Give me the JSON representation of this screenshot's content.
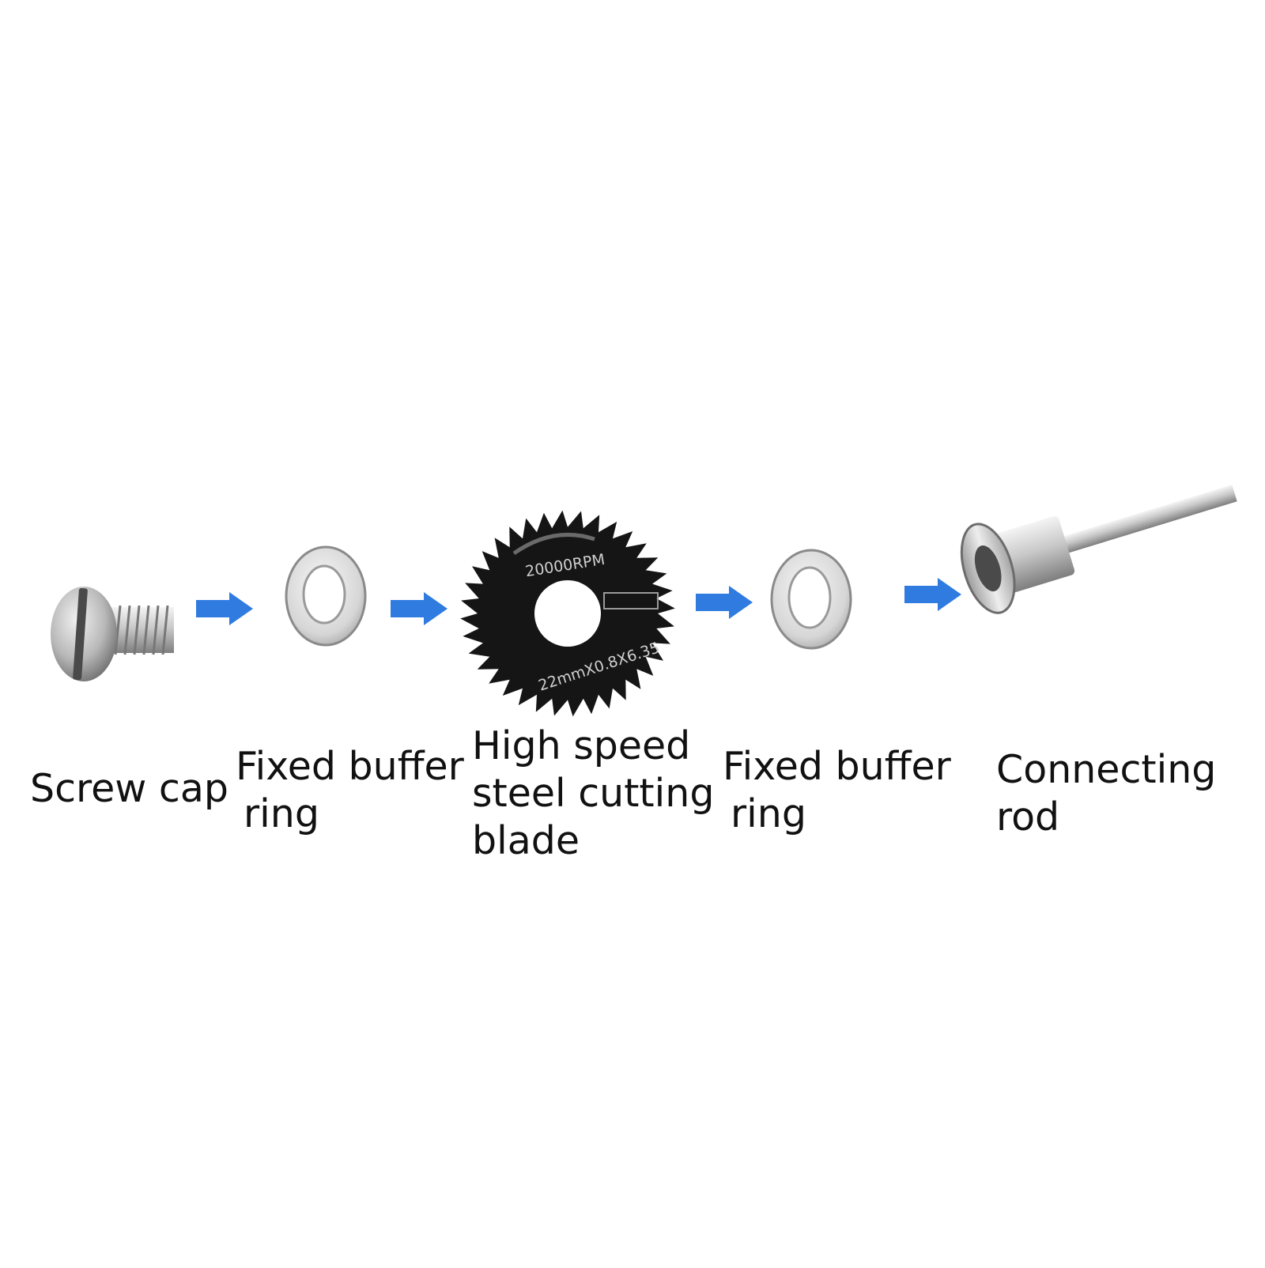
{
  "colors": {
    "arrow": "#2f7be0",
    "background": "#ffffff",
    "text": "#111111",
    "blade": "#151515",
    "metal_light": "#e6e6e6",
    "metal_dark": "#8a8a8a"
  },
  "parts": [
    {
      "id": "screw-cap",
      "icon": "screw-icon",
      "label_lines": [
        "Screw cap"
      ]
    },
    {
      "id": "buffer-ring-1",
      "icon": "washer-icon",
      "label_lines": [
        "Fixed buffer",
        "ring"
      ]
    },
    {
      "id": "cutting-blade",
      "icon": "saw-blade-icon",
      "label_lines": [
        "High speed",
        "steel cutting",
        "blade"
      ]
    },
    {
      "id": "buffer-ring-2",
      "icon": "washer-icon",
      "label_lines": [
        "Fixed buffer",
        "ring"
      ]
    },
    {
      "id": "connecting-rod",
      "icon": "mandrel-icon",
      "label_lines": [
        "Connecting",
        "rod"
      ]
    }
  ],
  "blade_markings": {
    "rpm": "20000RPM",
    "size": "22mmX0.8X6.35"
  },
  "arrows": [
    "arrow-right-icon",
    "arrow-right-icon",
    "arrow-right-icon",
    "arrow-right-icon"
  ]
}
